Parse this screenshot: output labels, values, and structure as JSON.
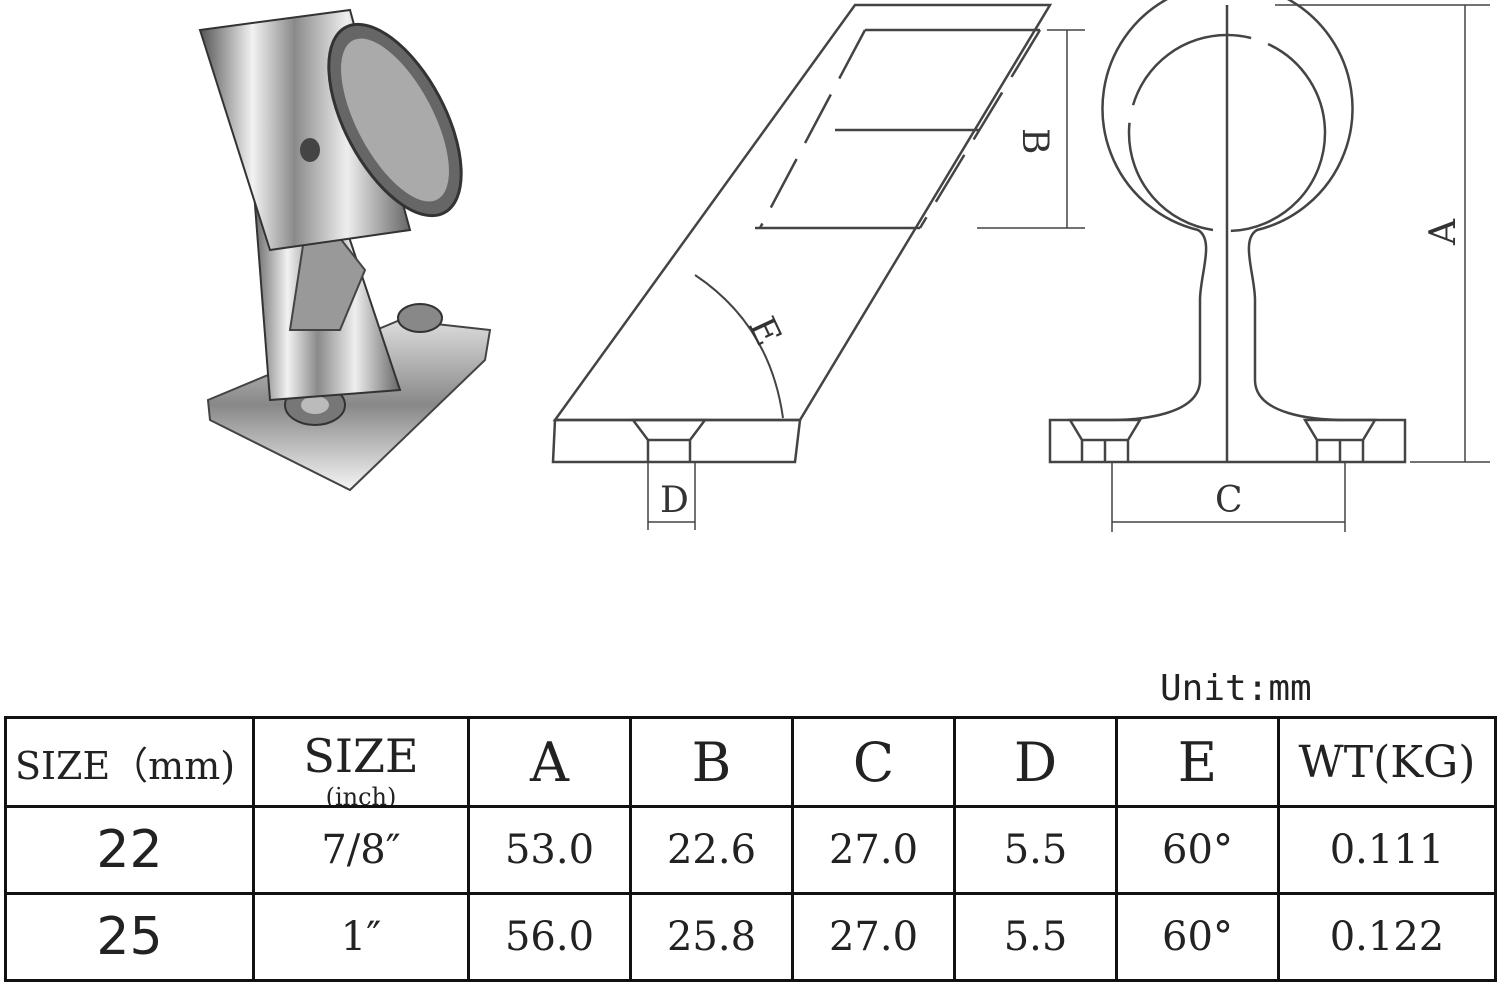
{
  "drawing": {
    "labels": {
      "a": "A",
      "b": "B",
      "c": "C",
      "d": "D",
      "e": "E"
    }
  },
  "unit_label": "Unit:mm",
  "table": {
    "headers": [
      "SIZE（mm)",
      "SIZE",
      "A",
      "B",
      "C",
      "D",
      "E",
      "WT(KG)"
    ],
    "inch_sub": "(inch)",
    "rows": [
      [
        "22",
        "7/8″",
        "53.0",
        "22.6",
        "27.0",
        "5.5",
        "60°",
        "0.111"
      ],
      [
        "25",
        "1″",
        "56.0",
        "25.8",
        "27.0",
        "5.5",
        "60°",
        "0.122"
      ]
    ]
  }
}
